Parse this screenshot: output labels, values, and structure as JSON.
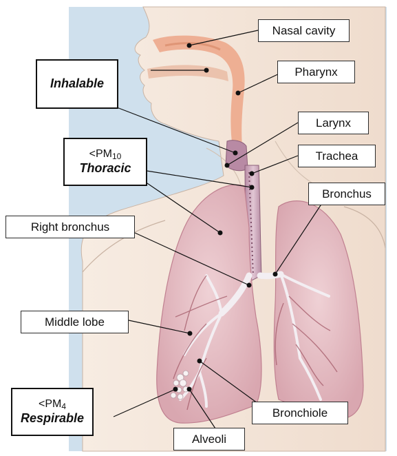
{
  "labels": {
    "nasal_cavity": "Nasal cavity",
    "pharynx": "Pharynx",
    "larynx": "Larynx",
    "trachea": "Trachea",
    "bronchus": "Bronchus",
    "right_bronchus": "Right bronchus",
    "middle_lobe": "Middle lobe",
    "bronchiole": "Bronchiole",
    "alveoli": "Alveoli"
  },
  "categories": {
    "inhalable": {
      "name": "Inhalable"
    },
    "thoracic": {
      "pm_prefix": "<PM",
      "pm_size": "10",
      "name": "Thoracic"
    },
    "respirable": {
      "pm_prefix": "<PM",
      "pm_size": "4",
      "name": "Respirable"
    }
  },
  "colors": {
    "background_blue": "#c9dcea",
    "skin": "#f4e6da",
    "airway_orange": "#eda98c",
    "trachea": "#c8a7b8",
    "lung": "#e7c2c8",
    "vessel": "#a8606e",
    "bronchi_white": "#f3eef2"
  }
}
